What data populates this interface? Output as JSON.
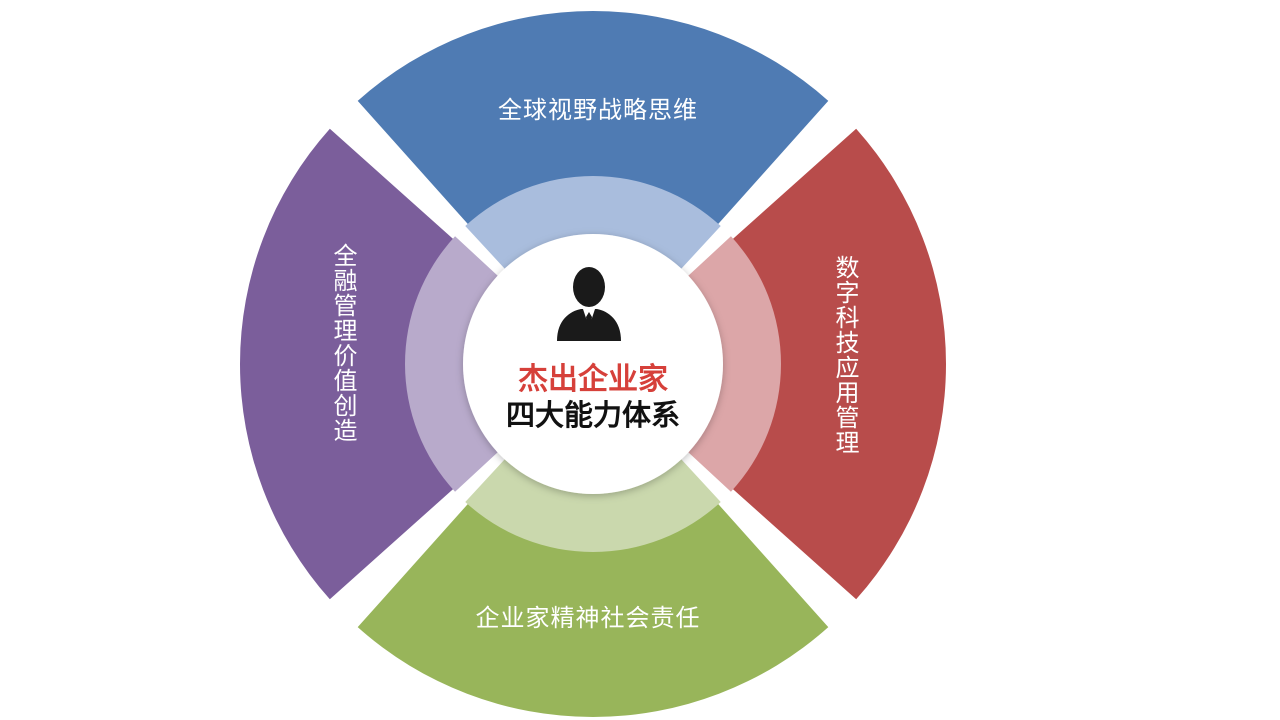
{
  "center": {
    "title_line1": "杰出企业家",
    "title_line2": "四大能力体系",
    "icon": "businessman-icon",
    "title_line1_color": "#d6403a",
    "title_line2_color": "#111111"
  },
  "segments": [
    {
      "key": "top",
      "label": "全球视野战略思维",
      "color": "#4f7bb3",
      "ring_color": "#a9bddd"
    },
    {
      "key": "right",
      "label": "数字科技应用管理",
      "color": "#b84c4b",
      "ring_color": "#dca6a8"
    },
    {
      "key": "bottom",
      "label": "企业家精神社会责任",
      "color": "#98b55a",
      "ring_color": "#cad8ad"
    },
    {
      "key": "left",
      "label": "全融管理价值创造",
      "color": "#7b5e9b",
      "ring_color": "#b8aacb"
    }
  ]
}
